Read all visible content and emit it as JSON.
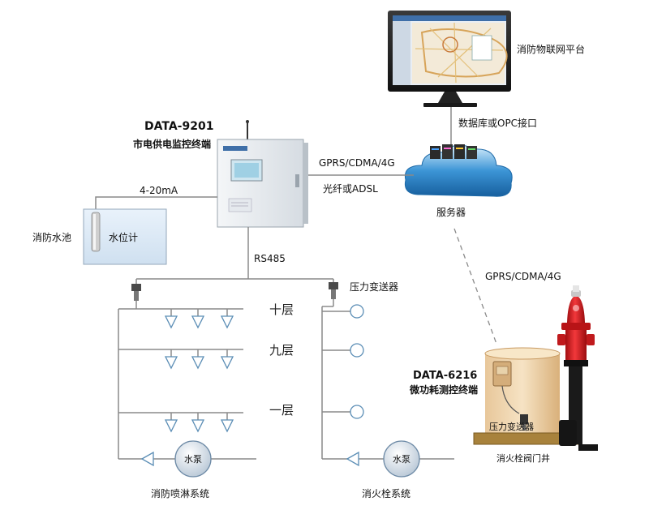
{
  "platform": {
    "label": "消防物联网平台"
  },
  "db_link": {
    "label": "数据库或OPC接口"
  },
  "server": {
    "label": "服务器"
  },
  "terminal1": {
    "model": "DATA-9201",
    "name": "市电供电监控终端"
  },
  "link_top": {
    "label1": "GPRS/CDMA/4G",
    "label2": "光纤或ADSL"
  },
  "link_diag": {
    "label": "GPRS/CDMA/4G"
  },
  "signal": {
    "label": "4-20mA"
  },
  "pool": {
    "label": "消防水池",
    "gauge_label": "水位计"
  },
  "bus": {
    "label": "RS485"
  },
  "sprinkler": {
    "title": "消防喷淋系统",
    "pump_label": "水泵"
  },
  "hydrant": {
    "title": "消火栓系统",
    "pump_label": "水泵",
    "transmitter_label": "压力变送器"
  },
  "floors": {
    "f10": "十层",
    "f9": "九层",
    "f1": "一层"
  },
  "terminal2": {
    "model": "DATA-6216",
    "name": "微功耗测控终端"
  },
  "well": {
    "label": "消火栓阀门井",
    "transmitter_label": "压力变送器"
  }
}
